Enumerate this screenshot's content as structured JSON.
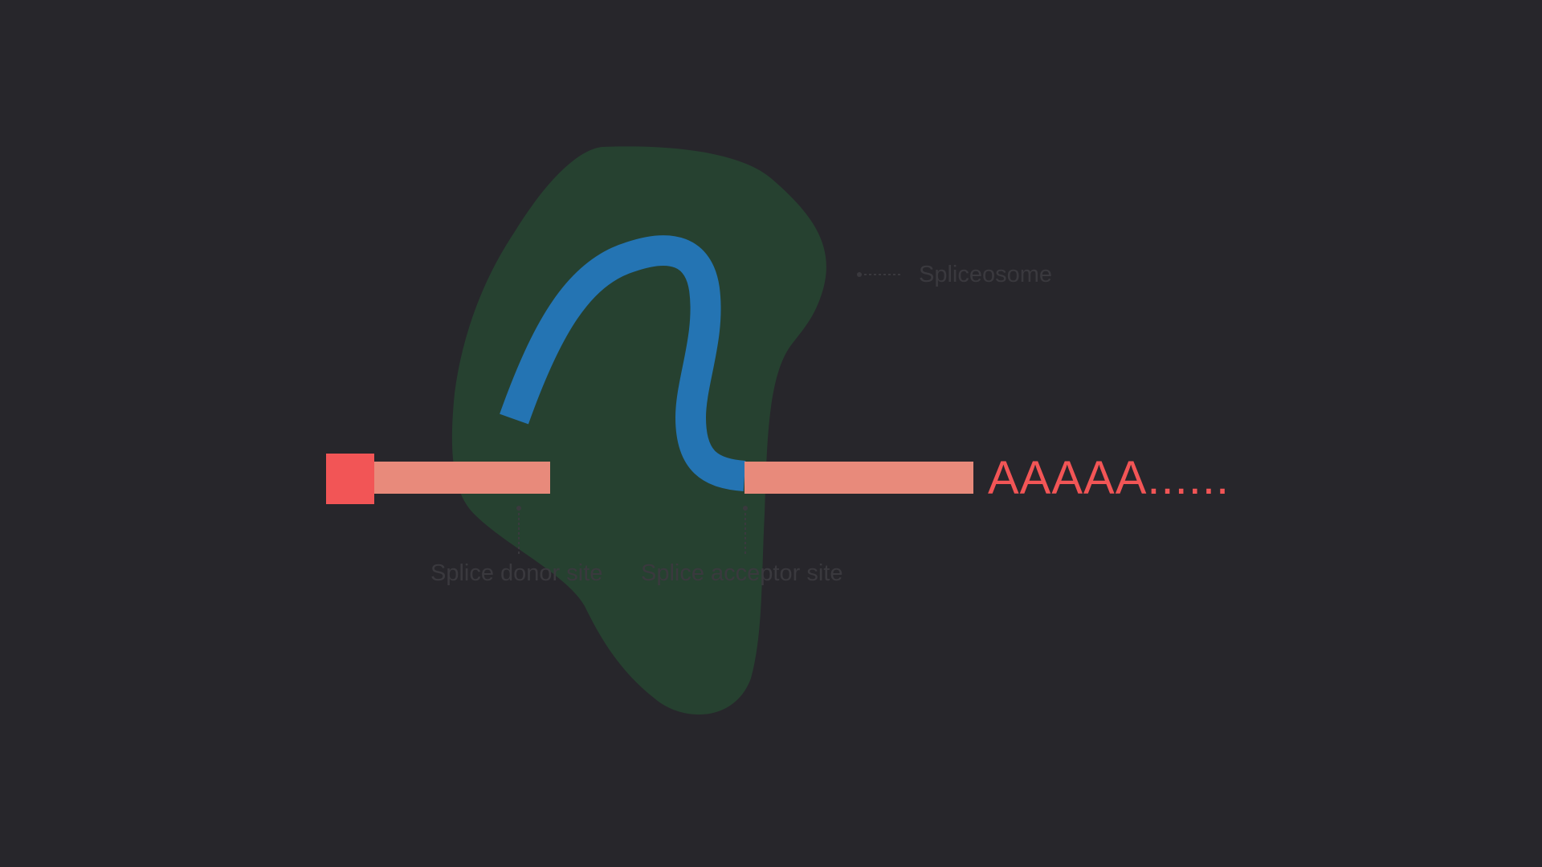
{
  "labels": {
    "spliceosome": "Spliceosome",
    "donor_site": "Splice donor site",
    "acceptor_site": "Splice acceptor site",
    "poly_a_tail": "AAAAA......"
  },
  "colors": {
    "background": "#27262b",
    "spliceosome": "#264130",
    "intron": "#2474b3",
    "exon": "#e88a7b",
    "cap": "#f25556",
    "poly_a": "#f25556",
    "label_text": "#3a393e",
    "leader_line": "#3a393e"
  }
}
